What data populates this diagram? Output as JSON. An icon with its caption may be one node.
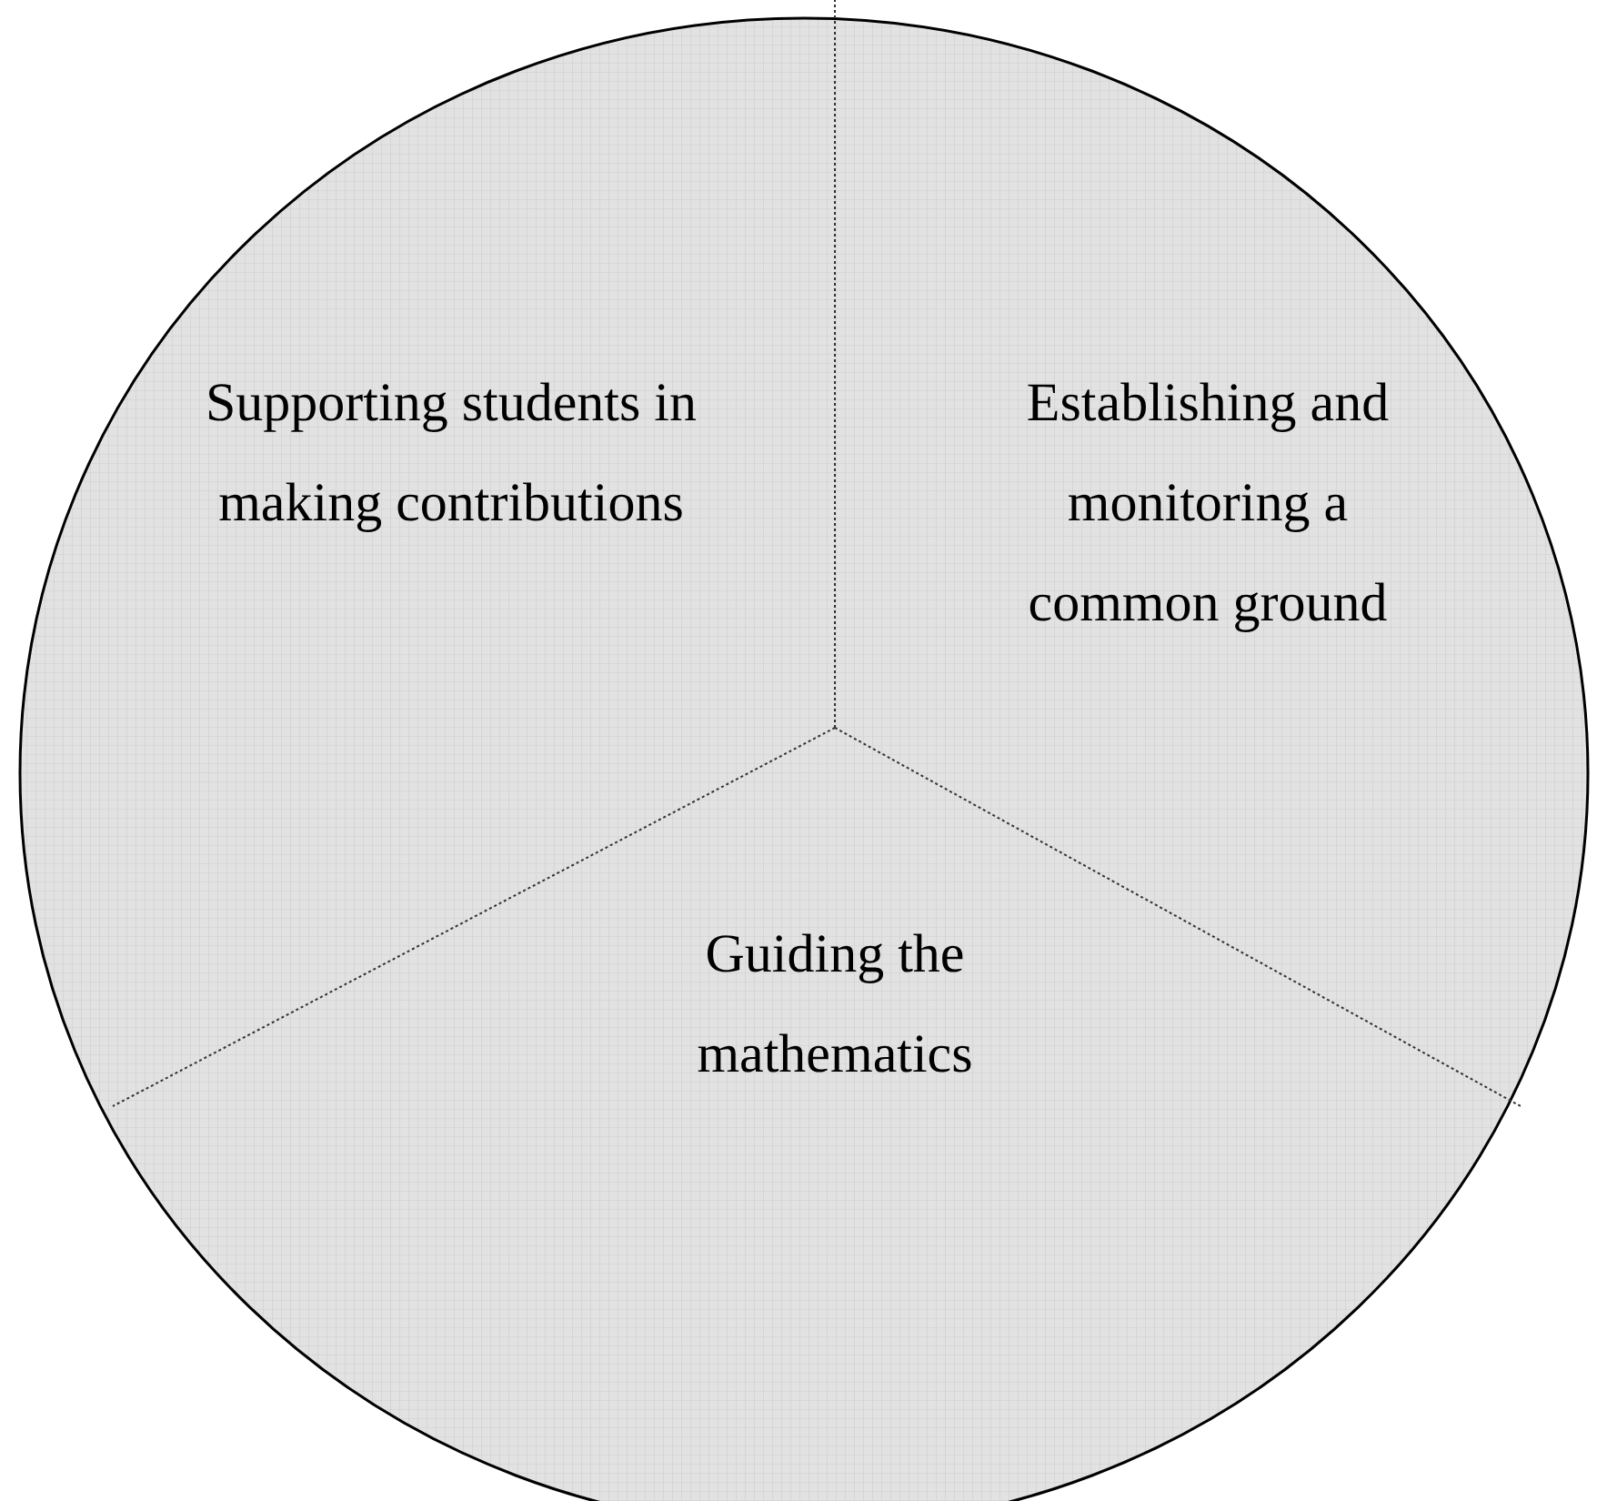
{
  "diagram": {
    "nodes": [
      {
        "text": [
          "Supporting students in making contributions"
        ]
      },
      {
        "text": [
          "Establishing and monitoring a common ground"
        ]
      },
      {
        "text": [
          "Guiding the mathematics"
        ]
      }
    ]
  }
}
